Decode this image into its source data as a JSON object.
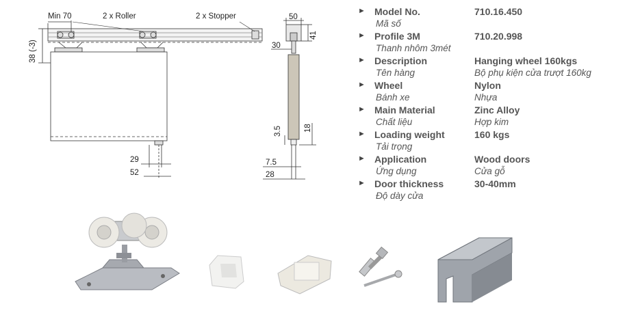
{
  "drawing": {
    "labels": {
      "min70": "Min 70",
      "roller": "2 x Roller",
      "stopper": "2 x Stopper",
      "d38": "38 (-3)",
      "d29": "29",
      "d52": "52",
      "d50": "50",
      "d41": "41",
      "d30": "30",
      "d35": "3.5",
      "d18": "18",
      "d75": "7.5",
      "d28": "28"
    }
  },
  "specs": [
    {
      "key": "Model No.",
      "key_vi": "Mã số",
      "value": "710.16.450",
      "value_vi": ""
    },
    {
      "key": "Profile 3M",
      "key_vi": "Thanh nhôm 3mét",
      "value": "710.20.998",
      "value_vi": ""
    },
    {
      "key": "Description",
      "key_vi": "Tên hàng",
      "value": "Hanging wheel 160kgs",
      "value_vi": "Bộ phụ kiện cửa trượt 160kg"
    },
    {
      "key": "Wheel",
      "key_vi": "Bánh xe",
      "value": "Nylon",
      "value_vi": "Nhựa"
    },
    {
      "key": "Main Material",
      "key_vi": "Chất liệu",
      "value": "Zinc Alloy",
      "value_vi": "Hợp kim"
    },
    {
      "key": "Loading weight",
      "key_vi": "Tải trọng",
      "value": "160 kgs",
      "value_vi": ""
    },
    {
      "key": "Application",
      "key_vi": "Ứng dụng",
      "value": "Wood doors",
      "value_vi": "Cửa gỗ"
    },
    {
      "key": "Door thickness",
      "key_vi": "Độ dày cửa",
      "value": "30-40mm",
      "value_vi": ""
    }
  ],
  "icons": {
    "bullet": "►",
    "bullet_name": "triangle-bullet-icon"
  }
}
